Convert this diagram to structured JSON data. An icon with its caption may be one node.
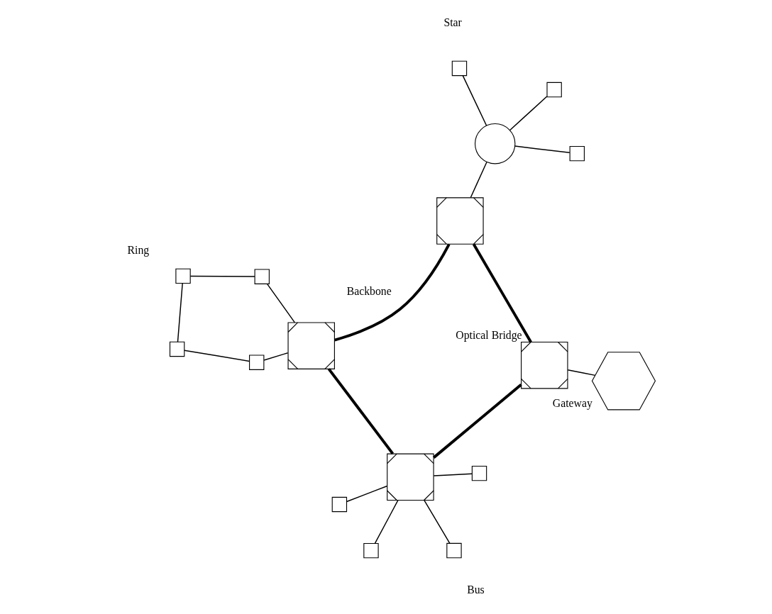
{
  "diagram": {
    "nodes": [
      {
        "text": [],
        "shape": "box"
      },
      {
        "text": [],
        "shape": "box"
      },
      {
        "text": [],
        "shape": "box"
      },
      {
        "text": [],
        "shape": "box"
      },
      {
        "text": [],
        "shape": "box"
      },
      {
        "text": [],
        "shape": "box"
      },
      {
        "text": [],
        "shape": "circle"
      },
      {
        "text": [],
        "shape": "box"
      },
      {
        "text": [],
        "shape": "box"
      },
      {
        "text": [],
        "shape": "box"
      },
      {
        "text": [],
        "shape": "box"
      },
      {
        "text": [],
        "shape": "box"
      },
      {
        "text": [],
        "shape": "box"
      },
      {
        "text": [],
        "shape": "box"
      },
      {
        "text": [],
        "shape": "box"
      },
      {
        "text": [],
        "shape": "box",
        "beside": [
          "Optical Bridge"
        ]
      },
      {
        "text": [],
        "shape": "hexagon",
        "beside": [
          "Gateway"
        ]
      }
    ],
    "edges": [
      {
        "from": 4,
        "to": 2,
        "arrow": "none"
      },
      {
        "from": 2,
        "to": 0,
        "arrow": "none"
      },
      {
        "from": 0,
        "to": 1,
        "arrow": "none"
      },
      {
        "from": 1,
        "to": 3,
        "arrow": "none"
      },
      {
        "from": 3,
        "to": 4,
        "arrow": "none"
      },
      {
        "from": 4,
        "to": 8,
        "arrow": "none",
        "style": "thick"
      },
      {
        "from": 8,
        "to": 15,
        "arrow": "none",
        "style": "thick"
      },
      {
        "from": 15,
        "to": 7,
        "arrow": "none",
        "style": "thick"
      },
      {
        "from": 7,
        "to": 4,
        "arrow": "none",
        "style": "thick"
      },
      {
        "from": 6,
        "to": 5,
        "arrow": "none"
      },
      {
        "from": 6,
        "to": 7,
        "arrow": "none"
      },
      {
        "from": 6,
        "to": 13,
        "arrow": "none"
      },
      {
        "from": 6,
        "to": 14,
        "arrow": "none"
      },
      {
        "from": 8,
        "to": 9,
        "arrow": "none"
      },
      {
        "from": 8,
        "to": 11,
        "arrow": "none"
      },
      {
        "from": 8,
        "to": 10,
        "arrow": "none"
      },
      {
        "from": 8,
        "to": 12,
        "arrow": "none"
      },
      {
        "from": 15,
        "to": 16,
        "arrow": "none"
      }
    ],
    "labels": [
      "Ring",
      "Star",
      "Backbone",
      "Bus"
    ]
  }
}
